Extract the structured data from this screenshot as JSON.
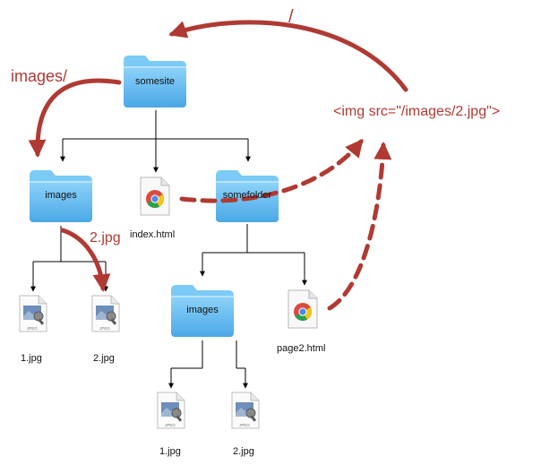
{
  "folders": {
    "somesite": "somesite",
    "images_root": "images",
    "somefolder": "somefolder",
    "images_sub": "images"
  },
  "files": {
    "index": "index.html",
    "page2": "page2.html",
    "root_jpg1": "1.jpg",
    "root_jpg2": "2.jpg",
    "sub_jpg1": "1.jpg",
    "sub_jpg2": "2.jpg"
  },
  "icons": {
    "folder": "folder-icon",
    "browser": "chrome-html-file-icon",
    "image": "jpeg-file-icon"
  },
  "jpeg_badge": "JPEG",
  "annotations": {
    "root_slash": "/",
    "images_path": "images/",
    "file_path": "2.jpg",
    "img_tag": "<img src=\"/images/2.jpg\">"
  },
  "colors": {
    "folder": "#5fb8ef",
    "folder_tab": "#7ccaf6",
    "arrow_red": "#b03a33",
    "tree_line": "#000000"
  }
}
